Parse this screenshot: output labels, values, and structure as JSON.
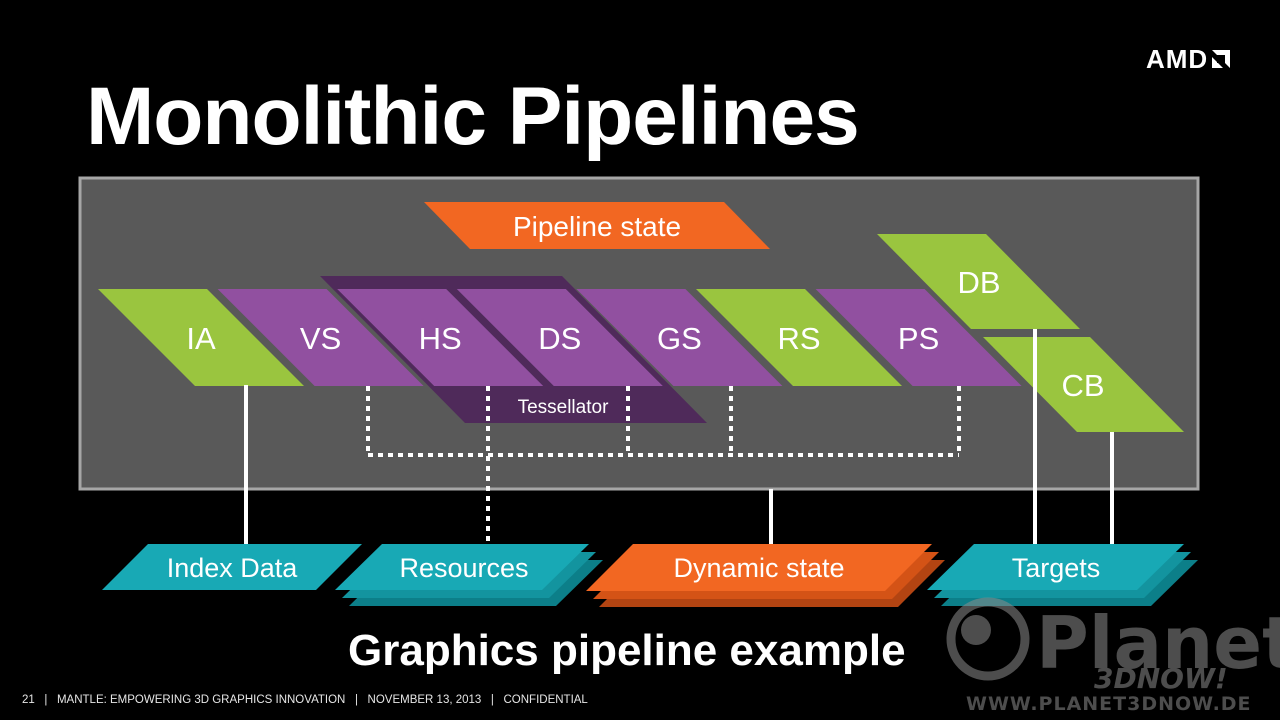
{
  "slide": {
    "title": "Monolithic Pipelines",
    "subtitle": "Graphics pipeline example",
    "logo_text": "AMD",
    "logo_icon": "amd-arrow-icon"
  },
  "diagram": {
    "pipeline_state": "Pipeline state",
    "stages": [
      {
        "label": "IA",
        "color": "#9ac53f"
      },
      {
        "label": "VS",
        "color": "#9150a0"
      },
      {
        "label": "HS",
        "color": "#9150a0"
      },
      {
        "label": "DS",
        "color": "#9150a0"
      },
      {
        "label": "GS",
        "color": "#9150a0"
      },
      {
        "label": "RS",
        "color": "#9ac53f"
      },
      {
        "label": "PS",
        "color": "#9150a0"
      }
    ],
    "tessellator": "Tessellator",
    "outputs": [
      {
        "label": "DB",
        "color": "#9ac53f"
      },
      {
        "label": "CB",
        "color": "#9ac53f"
      }
    ],
    "inputs": [
      {
        "label": "Index Data",
        "color": "#18a9b5"
      },
      {
        "label": "Resources",
        "color": "#18a9b5"
      },
      {
        "label": "Dynamic state",
        "color": "#f26722"
      },
      {
        "label": "Targets",
        "color": "#18a9b5"
      }
    ],
    "colors": {
      "panel": "#595959",
      "panel_border": "#a6a6a6",
      "orange": "#f26722",
      "purple": "#9150a0",
      "dark_purple": "#4f2a5a",
      "green": "#9ac53f",
      "teal": "#18a9b5"
    }
  },
  "footer": {
    "page": "21",
    "text": "MANTLE: EMPOWERING 3D GRAPHICS INNOVATION",
    "date": "NOVEMBER 13, 2013",
    "status": "CONFIDENTIAL"
  },
  "watermark": {
    "brand": "Planet",
    "tagline": "3DNOW!",
    "url": "WWW.PLANET3DNOW.DE"
  }
}
